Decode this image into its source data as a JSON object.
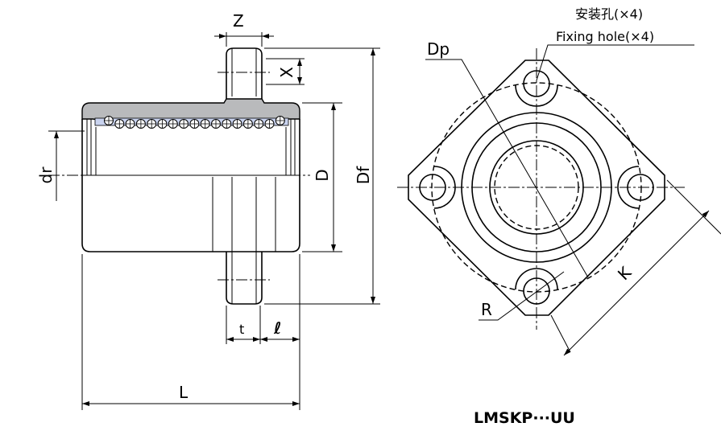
{
  "title": "LMSKP···UU",
  "side_view": {
    "labels": {
      "z": "Z",
      "x": "X",
      "dr": "dr",
      "d": "D",
      "df": "Df",
      "t": "t",
      "l_small": "ℓ",
      "l": "L"
    }
  },
  "front_view": {
    "labels": {
      "dp": "Dp",
      "r": "R",
      "k": "K",
      "fixing_hole_cn": "安装孔(×4)",
      "fixing_hole_en": "Fixing hole(×4)"
    }
  },
  "colors": {
    "housing": "#b9babc",
    "retainer": "#c9d3ef",
    "line": "#000000"
  }
}
